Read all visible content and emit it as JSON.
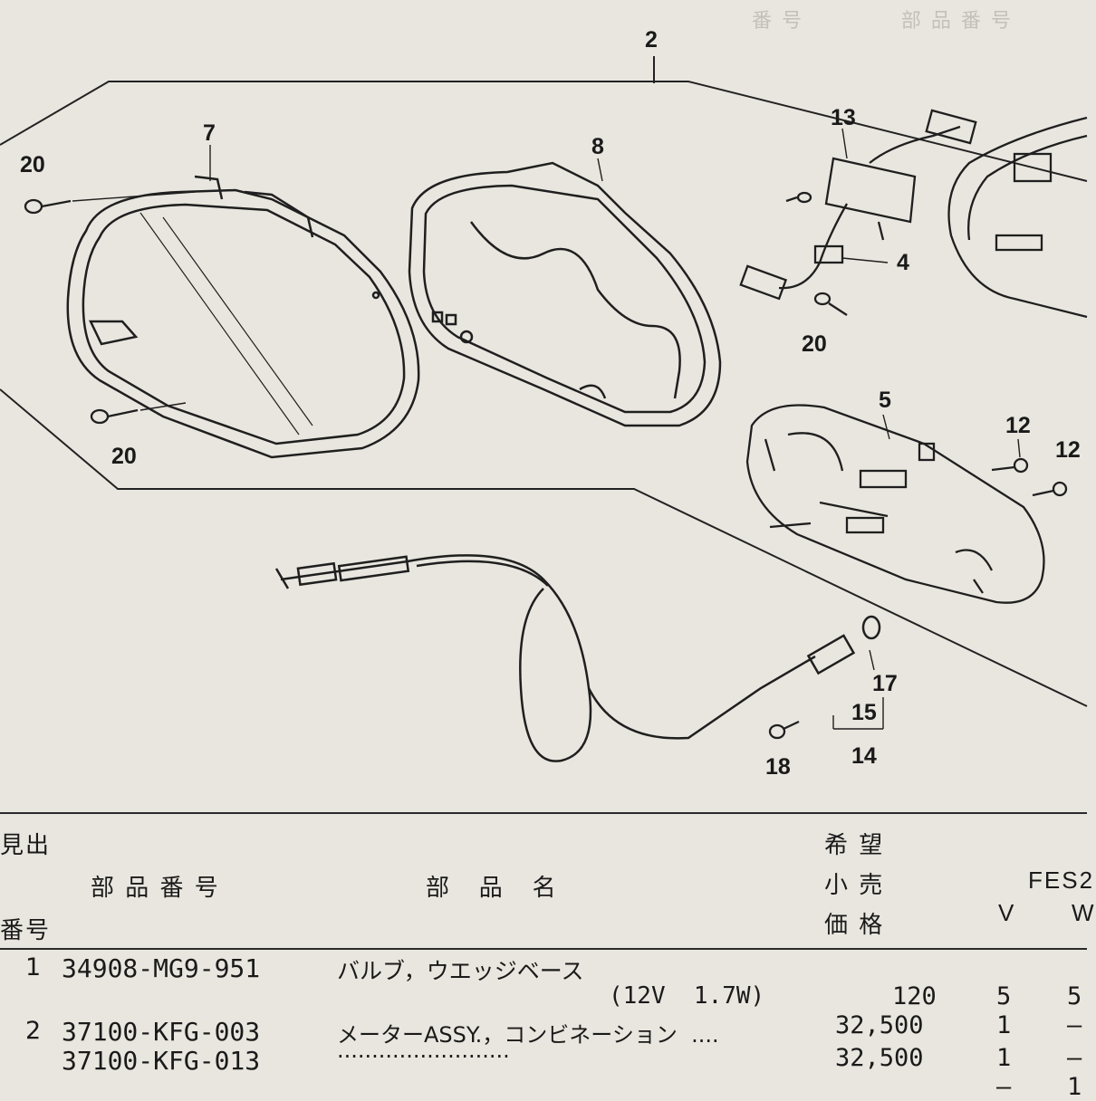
{
  "callouts": {
    "c2": "2",
    "c7": "7",
    "c8": "8",
    "c13": "13",
    "c20a": "20",
    "c20b": "20",
    "c20c": "20",
    "c4": "4",
    "c5": "5",
    "c12a": "12",
    "c12b": "12",
    "c17": "17",
    "c15": "15",
    "c14": "14",
    "c18": "18"
  },
  "table": {
    "header": {
      "ref_label": "見出",
      "ref_label2": "番号",
      "part_number": "部 品 番 号",
      "part_name": "部   品   名",
      "price_1": "希 望",
      "price_2": "小 売",
      "price_3": "価 格",
      "model": "FES2",
      "col_v": "V",
      "col_w": "W"
    },
    "rows": [
      {
        "ref": "1",
        "part_no": "34908-MG9-951",
        "name": "バルブ，ウエッジベース",
        "spec": "(12V  1.7W)",
        "price": "120",
        "v": "5",
        "w": "5"
      },
      {
        "ref": "2",
        "part_no": "37100-KFG-003",
        "name": "メーターASSY.，コンビネーション  ....",
        "price": "32,500",
        "v": "1",
        "w": "–"
      },
      {
        "ref": "",
        "part_no": "37100-KFG-013",
        "name": "·························",
        "price": "32,500",
        "v": "1",
        "w": "–"
      }
    ],
    "partial_row": {
      "v": "–",
      "w": "1"
    }
  }
}
